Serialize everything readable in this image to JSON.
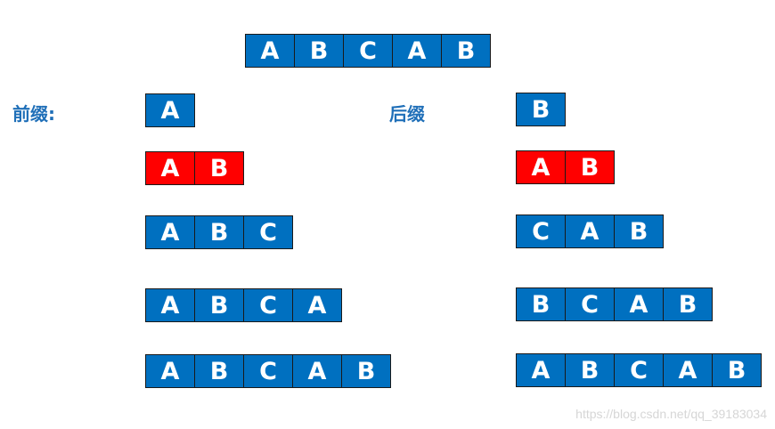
{
  "colors": {
    "normal": "#0070c0",
    "highlight": "#ff0000"
  },
  "main_string": [
    "A",
    "B",
    "C",
    "A",
    "B"
  ],
  "prefix_label": "前缀:",
  "suffix_label": "后缀",
  "prefixes": [
    {
      "cells": [
        "A"
      ],
      "highlight": false
    },
    {
      "cells": [
        "A",
        "B"
      ],
      "highlight": true
    },
    {
      "cells": [
        "A",
        "B",
        "C"
      ],
      "highlight": false
    },
    {
      "cells": [
        "A",
        "B",
        "C",
        "A"
      ],
      "highlight": false
    },
    {
      "cells": [
        "A",
        "B",
        "C",
        "A",
        "B"
      ],
      "highlight": false
    }
  ],
  "suffixes": [
    {
      "cells": [
        "B"
      ],
      "highlight": false
    },
    {
      "cells": [
        "A",
        "B"
      ],
      "highlight": true
    },
    {
      "cells": [
        "C",
        "A",
        "B"
      ],
      "highlight": false
    },
    {
      "cells": [
        "B",
        "C",
        "A",
        "B"
      ],
      "highlight": false
    },
    {
      "cells": [
        "A",
        "B",
        "C",
        "A",
        "B"
      ],
      "highlight": false
    }
  ],
  "watermark": "https://blog.csdn.net/qq_39183034"
}
